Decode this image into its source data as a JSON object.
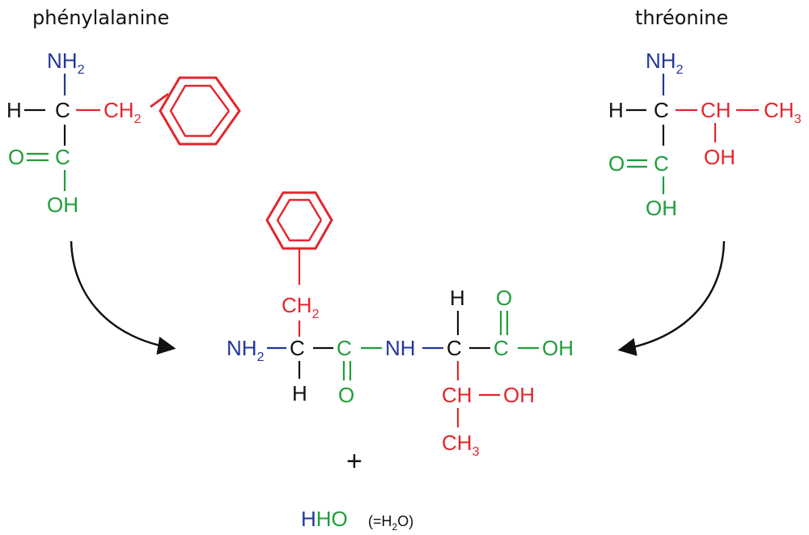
{
  "labels": {
    "phenylalanine": "phénylalanine",
    "threonine": "thréonine"
  },
  "atoms": {
    "NH": "NH",
    "H": "H",
    "C": "C",
    "CH": "CH",
    "O": "O",
    "OH": "OH",
    "two": "2",
    "three": "3"
  },
  "plus": "+",
  "water": {
    "H": "H",
    "HO": "HO",
    "note_open": "(=H",
    "note_sub": "2",
    "note_close": "O)"
  },
  "colors": {
    "amine": "#22379a",
    "carboxyl": "#1f9e3a",
    "side_chain": "#e3262d",
    "backbone": "#111111"
  }
}
